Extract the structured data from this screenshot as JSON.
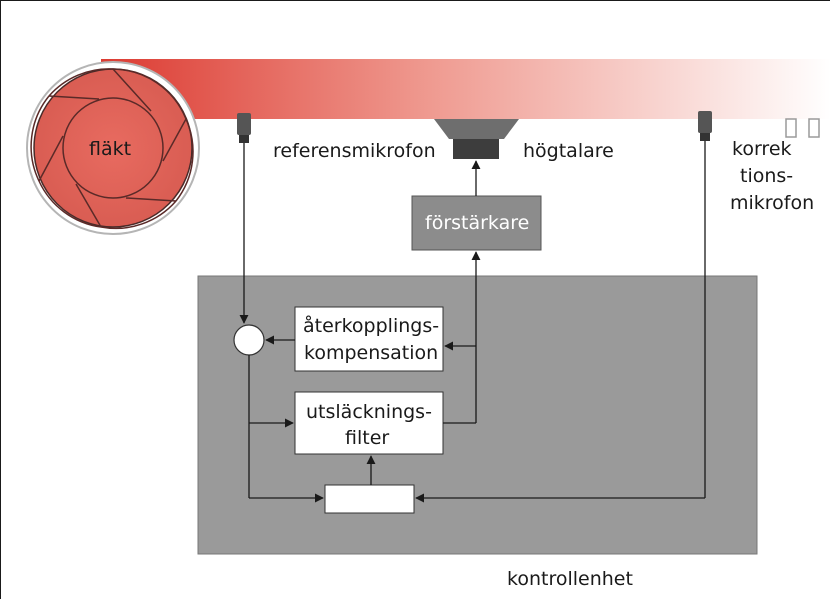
{
  "labels": {
    "flakt": "fläkt",
    "referensmikrofon": "referensmikrofon",
    "hogtalare": "högtalare",
    "korrek_line1": "korrek",
    "korrek_line2": "tions-",
    "korrek_line3": "mikrofon",
    "forstarkare": "förstärkare",
    "aterkoppling_line1": "återkopplings-",
    "aterkoppling_line2": "kompensation",
    "utslackning_line1": "utsläcknings-",
    "utslackning_line2": "filter",
    "kontrollenhet": "kontrollenhet"
  },
  "colors": {
    "duct_start": "#e0463c",
    "duct_end": "#ffffff",
    "fan_fill": "#e36a5e",
    "control_unit": "#9a9a9a",
    "amplifier": "#8c8c8c",
    "line": "#1a1a1a"
  }
}
